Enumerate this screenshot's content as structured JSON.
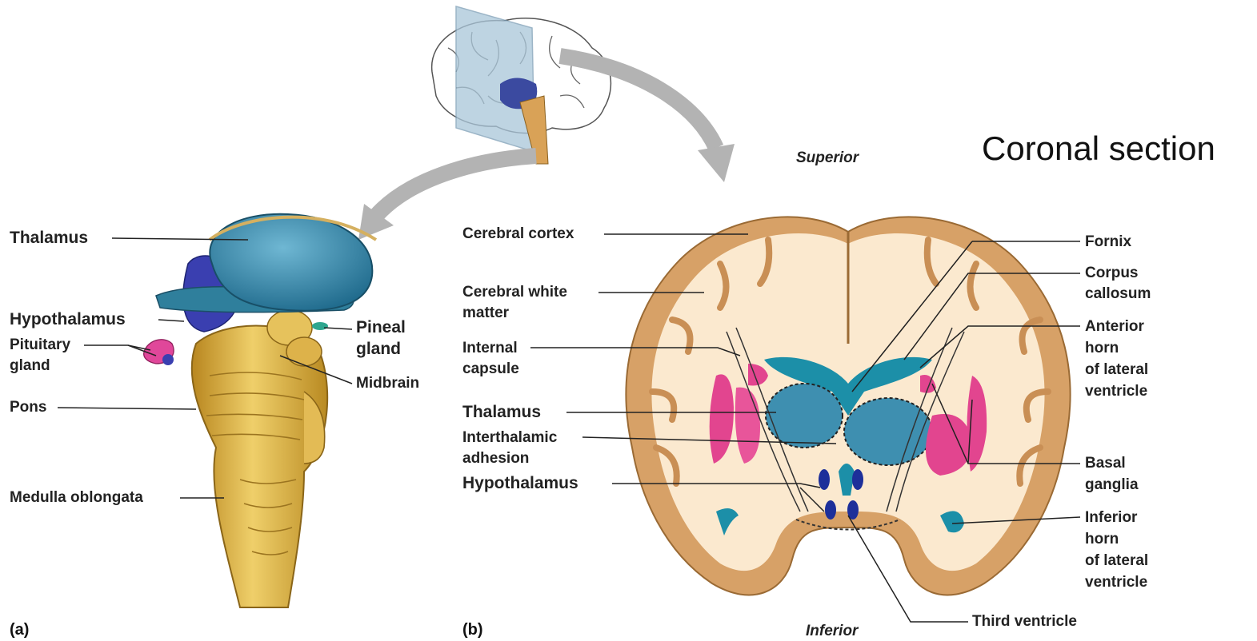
{
  "title": "Coronal section",
  "orientation": {
    "superior": "Superior",
    "inferior": "Inferior"
  },
  "panels": {
    "a": "(a)",
    "b": "(b)"
  },
  "labels_a": {
    "thalamus": "Thalamus",
    "hypothalamus": "Hypothalamus",
    "pituitary_1": "Pituitary",
    "pituitary_2": "gland",
    "pons": "Pons",
    "medulla": "Medulla oblongata",
    "pineal_1": "Pineal",
    "pineal_2": "gland",
    "midbrain": "Midbrain"
  },
  "labels_b_left": {
    "cortex": "Cerebral cortex",
    "white_1": "Cerebral white",
    "white_2": "matter",
    "capsule_1": "Internal",
    "capsule_2": "capsule",
    "thalamus": "Thalamus",
    "adhesion_1": "Interthalamic",
    "adhesion_2": "adhesion",
    "hypothalamus": "Hypothalamus"
  },
  "labels_b_right": {
    "fornix": "Fornix",
    "corpus_1": "Corpus",
    "corpus_2": "callosum",
    "anterior_1": "Anterior",
    "anterior_2": "horn",
    "anterior_3": "of lateral",
    "anterior_4": "ventricle",
    "basal_1": "Basal",
    "basal_2": "ganglia",
    "inferior_1": "Inferior",
    "inferior_2": "horn",
    "inferior_3": "of lateral",
    "inferior_4": "ventricle",
    "third": "Third ventricle"
  },
  "colors": {
    "thalamus_blue": "#3e8fb0",
    "hypothalamus_navy": "#2b3aa8",
    "pink": "#e2458f",
    "brainstem_gold": "#d6a83a",
    "cortex_tan": "#d7a167",
    "white_matter": "#fbe9cf",
    "arrow_gray": "#b3b3b3"
  }
}
